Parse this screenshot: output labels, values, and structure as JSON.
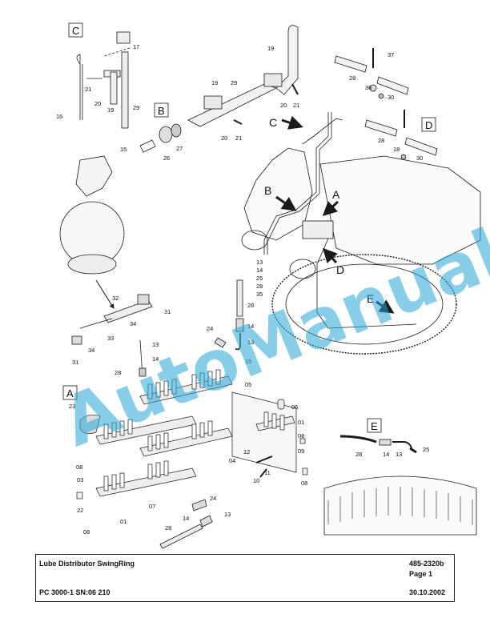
{
  "title_block": {
    "title": "Lube Distributor SwingRing",
    "doc_number": "485-2320b",
    "page": "Page 1",
    "model": "PC 3000-1 SN:06 210",
    "date": "30.10.2002"
  },
  "watermark": "AutoManual",
  "detail_letters": {
    "A": "A",
    "B": "B",
    "C": "C",
    "D": "D",
    "E": "E"
  },
  "part_labels": {
    "p01a": "01",
    "p01b": "01",
    "p03": "03",
    "p04": "04",
    "p05": "05",
    "p06": "06",
    "p07": "07",
    "p08a": "08",
    "p08b": "08",
    "p08c": "08",
    "p09": "09",
    "p10": "10",
    "p11": "11",
    "p12": "12",
    "p13a": "13",
    "p13b": "13",
    "p13c": "13",
    "p13d": "13",
    "p14a": "14",
    "p14b": "14",
    "p14c": "14",
    "p14d": "14",
    "p14e": "14",
    "p15a": "15",
    "p15b": "15",
    "p16": "16",
    "p17": "17",
    "p18": "18",
    "p19a": "19",
    "p19b": "19",
    "p19c": "19",
    "p20a": "20",
    "p20b": "20",
    "p20c": "20",
    "p21a": "21",
    "p21b": "21",
    "p21c": "21",
    "p22": "22",
    "p23": "23",
    "p24a": "24",
    "p24b": "24",
    "p25a": "25",
    "p25b": "25",
    "p26": "26",
    "p27": "27",
    "p28a": "28",
    "p28b": "28",
    "p28c": "28",
    "p28d": "28",
    "p28e": "28",
    "p28f": "28",
    "p28g": "28",
    "p29a": "29",
    "p29b": "29",
    "p30a": "30",
    "p30b": "30",
    "p31a": "31",
    "p31b": "31",
    "p32": "32",
    "p33": "33",
    "p34a": "34",
    "p34b": "34",
    "p35": "35",
    "p36": "36",
    "p37": "37"
  },
  "colors": {
    "line": "#1a1a1a",
    "watermark": "#2aa7d8",
    "paper": "#ffffff"
  }
}
